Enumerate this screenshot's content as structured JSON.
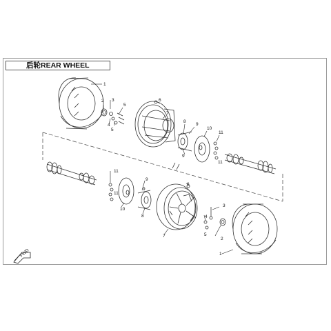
{
  "diagram": {
    "title": "后轮REAR WHEEL",
    "direction_badge": "FWD",
    "callouts": [
      "1",
      "2",
      "3",
      "4",
      "5",
      "6",
      "7",
      "8",
      "9",
      "10",
      "11"
    ]
  }
}
